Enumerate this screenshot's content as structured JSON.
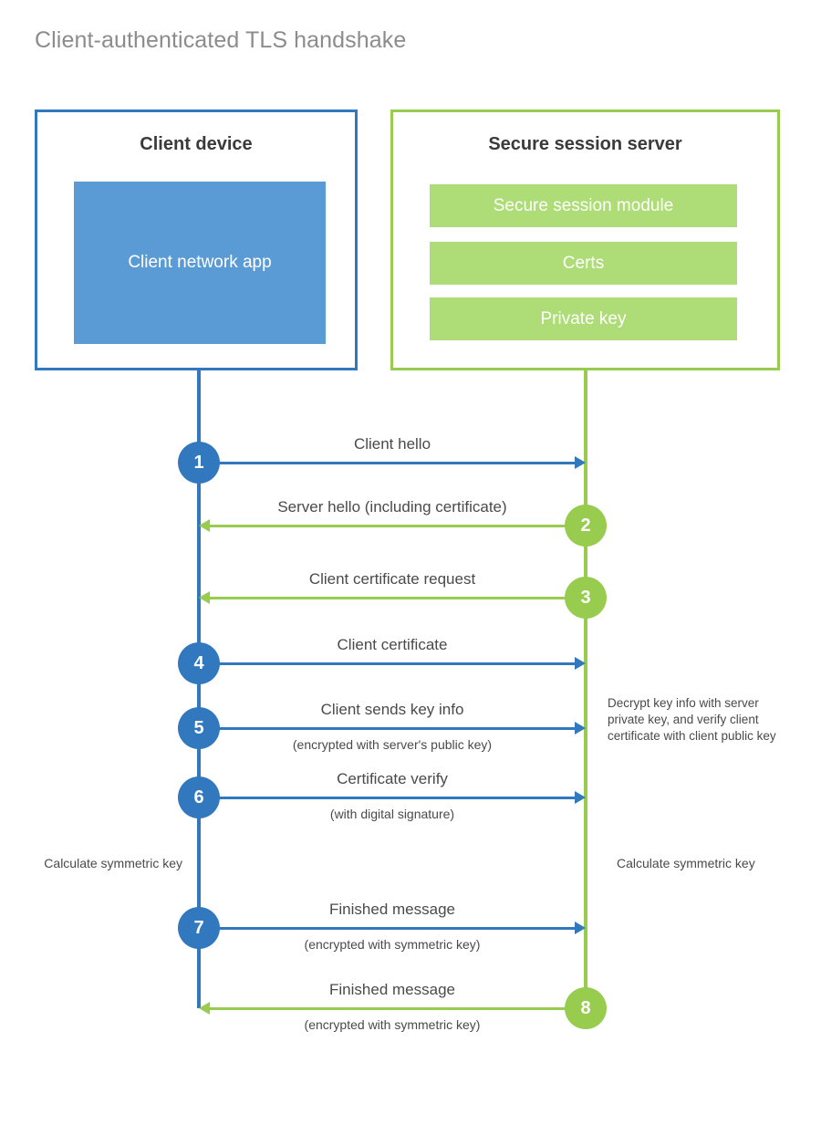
{
  "title": "Client-authenticated TLS handshake",
  "colors": {
    "client_blue": "#3178be",
    "client_app_fill": "#5b9bd5",
    "server_green": "#97cc4f",
    "server_bar_fill": "#aedd77",
    "text_gray": "#4a4a4a",
    "title_gray": "#8c8c8c"
  },
  "client": {
    "title": "Client device",
    "app_label": "Client network app"
  },
  "server": {
    "title": "Secure session server",
    "components": [
      "Secure session module",
      "Certs",
      "Private key"
    ]
  },
  "messages": [
    {
      "number": "1",
      "label": "Client hello",
      "sublabel": "",
      "direction": "client-to-server",
      "origin": "client"
    },
    {
      "number": "2",
      "label": "Server hello (including certificate)",
      "sublabel": "",
      "direction": "server-to-client",
      "origin": "server"
    },
    {
      "number": "3",
      "label": "Client certificate request",
      "sublabel": "",
      "direction": "server-to-client",
      "origin": "server"
    },
    {
      "number": "4",
      "label": "Client certificate",
      "sublabel": "",
      "direction": "client-to-server",
      "origin": "client"
    },
    {
      "number": "5",
      "label": "Client sends key info",
      "sublabel": "(encrypted with server's public key)",
      "direction": "client-to-server",
      "origin": "client"
    },
    {
      "number": "6",
      "label": "Certificate verify",
      "sublabel": "(with digital signature)",
      "direction": "client-to-server",
      "origin": "client"
    },
    {
      "number": "7",
      "label": "Finished message",
      "sublabel": "(encrypted with symmetric key)",
      "direction": "client-to-server",
      "origin": "client"
    },
    {
      "number": "8",
      "label": "Finished message",
      "sublabel": "(encrypted with symmetric key)",
      "direction": "server-to-client",
      "origin": "server"
    }
  ],
  "notes": {
    "server_decrypt": "Decrypt key info with server private key, and verify client certificate with client public key",
    "client_symmetric_key": "Calculate symmetric key",
    "server_symmetric_key": "Calculate symmetric key"
  }
}
